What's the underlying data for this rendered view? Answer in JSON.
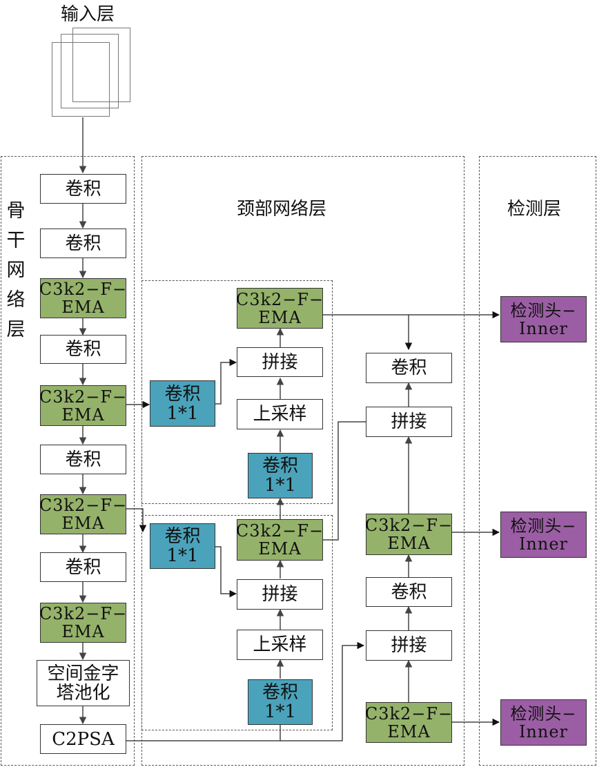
{
  "colors": {
    "green": "#95b26a",
    "blue": "#4aa3bb",
    "purple": "#9b5ea4",
    "plain": "#ffffff"
  },
  "input_layer": {
    "title": "输入层"
  },
  "backbone": {
    "title": "骨干网络层",
    "title_chars": [
      "骨",
      "干",
      "网",
      "络",
      "层"
    ],
    "nodes": [
      {
        "id": "b1",
        "label": "卷积",
        "type": "plain"
      },
      {
        "id": "b2",
        "label": "卷积",
        "type": "plain"
      },
      {
        "id": "b3",
        "label": "C3k2−F−\nEMA",
        "type": "green"
      },
      {
        "id": "b4",
        "label": "卷积",
        "type": "plain"
      },
      {
        "id": "b5",
        "label": "C3k2−F−\nEMA",
        "type": "green"
      },
      {
        "id": "b6",
        "label": "卷积",
        "type": "plain"
      },
      {
        "id": "b7",
        "label": "C3k2−F−\nEMA",
        "type": "green"
      },
      {
        "id": "b8",
        "label": "卷积",
        "type": "plain"
      },
      {
        "id": "b9",
        "label": "C3k2−F−\nEMA",
        "type": "green"
      },
      {
        "id": "b10",
        "label": "空间金字\n塔池化",
        "type": "plain"
      },
      {
        "id": "b11",
        "label": "C2PSA",
        "type": "plain"
      }
    ]
  },
  "neck": {
    "title": "颈部网络层",
    "nodes": [
      {
        "id": "n1",
        "label": "C3k2−F−\nEMA",
        "type": "green"
      },
      {
        "id": "n2",
        "label": "拼接",
        "type": "plain"
      },
      {
        "id": "n3",
        "label": "卷积\n1*1",
        "type": "blue"
      },
      {
        "id": "n4",
        "label": "上采样",
        "type": "plain"
      },
      {
        "id": "n5",
        "label": "卷积\n1*1",
        "type": "blue"
      },
      {
        "id": "n6",
        "label": "C3k2−F−\nEMA",
        "type": "green"
      },
      {
        "id": "n7",
        "label": "卷积\n1*1",
        "type": "blue"
      },
      {
        "id": "n8",
        "label": "拼接",
        "type": "plain"
      },
      {
        "id": "n9",
        "label": "上采样",
        "type": "plain"
      },
      {
        "id": "n10",
        "label": "卷积\n1*1",
        "type": "blue"
      },
      {
        "id": "n11",
        "label": "卷积",
        "type": "plain"
      },
      {
        "id": "n12",
        "label": "拼接",
        "type": "plain"
      },
      {
        "id": "n13",
        "label": "C3k2−F−\nEMA",
        "type": "green"
      },
      {
        "id": "n14",
        "label": "卷积",
        "type": "plain"
      },
      {
        "id": "n15",
        "label": "拼接",
        "type": "plain"
      },
      {
        "id": "n16",
        "label": "C3k2−F−\nEMA",
        "type": "green"
      }
    ]
  },
  "detection": {
    "title": "检测层",
    "nodes": [
      {
        "id": "d1",
        "label": "检测头−\nInner",
        "type": "purple"
      },
      {
        "id": "d2",
        "label": "检测头−\nInner",
        "type": "purple"
      },
      {
        "id": "d3",
        "label": "检测头−\nInner",
        "type": "purple"
      }
    ]
  }
}
